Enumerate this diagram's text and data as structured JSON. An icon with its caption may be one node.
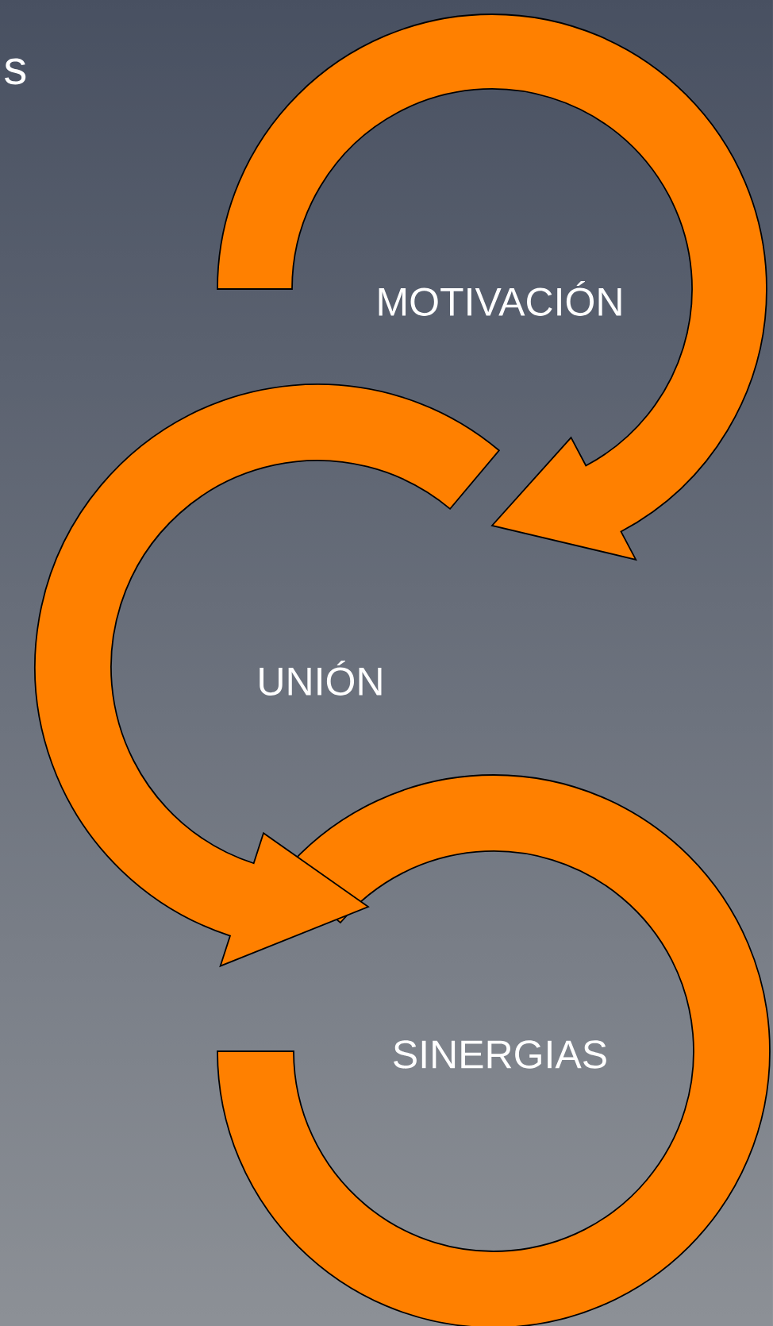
{
  "diagram": {
    "nodes": [
      {
        "text": [
          "MOTIVACIÓN"
        ]
      },
      {
        "text": [
          "UNIÓN"
        ]
      },
      {
        "text": [
          "SINERGIAS"
        ]
      }
    ],
    "edges": [
      {
        "from": 0,
        "to": 1,
        "arrow": "to"
      },
      {
        "from": 1,
        "to": 2,
        "arrow": "to"
      }
    ],
    "labels": [
      "s"
    ]
  }
}
